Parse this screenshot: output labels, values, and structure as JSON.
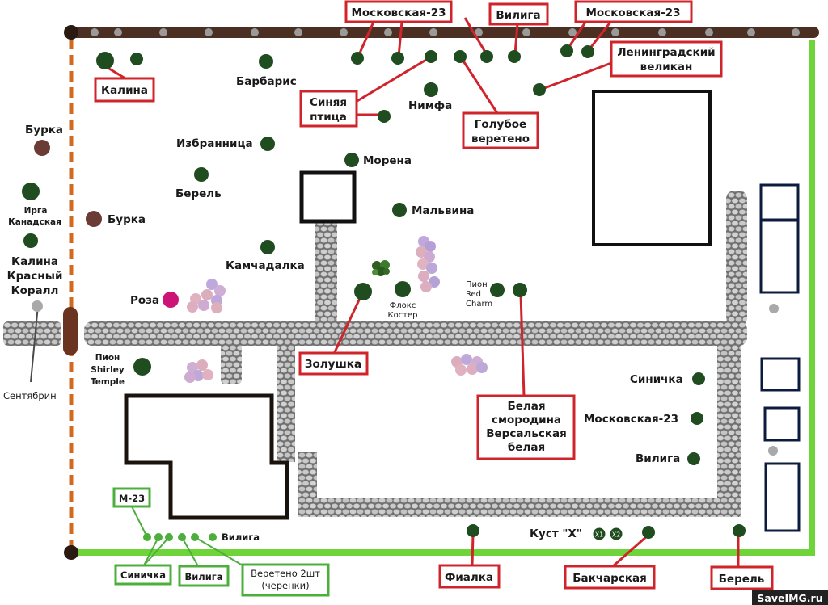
{
  "callouts_red": {
    "moskovskaya_top_left": "Московская-23",
    "viliga_top": "Вилига",
    "moskovskaya_top_right": "Московская-23",
    "leningradsky": [
      "Ленинградский",
      "великан"
    ],
    "kalina": "Калина",
    "sinyaya_ptitsa": [
      "Синяя",
      "птица"
    ],
    "goluboe_vereteno": [
      "Голубое",
      "веретено"
    ],
    "zolushka": "Золушка",
    "belaya_smorodina": [
      "Белая",
      "смородина",
      "Версальская",
      "белая"
    ],
    "fialka": "Фиалка",
    "bakcharskaya": "Бакчарская",
    "berel_bottom": "Берель"
  },
  "callouts_green": {
    "m23": "М-23",
    "sinichka": "Синичка",
    "viliga": "Вилига",
    "vereteno": [
      "Веретено 2шт",
      "(черенки)"
    ]
  },
  "labels": {
    "barbaris": "Барбарис",
    "nimfa": "Нимфа",
    "izbrannitsa": "Избранница",
    "berel": "Берель",
    "morena": "Морена",
    "malvina": "Мальвина",
    "kamchadalka": "Камчадалка",
    "roza": "Роза",
    "burka_top": "Бурка",
    "burka_mid": "Бурка",
    "irga": [
      "Ирга",
      "Канадская"
    ],
    "kalina_koral": [
      "Калина",
      "Красный",
      "Коралл"
    ],
    "sentyabrin": "Сентябрин",
    "pion_shirley": [
      "Пион",
      "Shirley",
      "Temple"
    ],
    "floks": [
      "Флокс",
      "Костер"
    ],
    "pion_red": [
      "Пион",
      "Red",
      "Charm"
    ],
    "sinichka_right": "Синичка",
    "moskovskaya_right": "Московская-23",
    "viliga_right": "Вилига",
    "viliga_bottom": "Вилига",
    "kust_x": "Куст \"Х\"",
    "x1": "X1",
    "x2": "X2"
  },
  "watermark": "SaveIMG.ru",
  "colors": {
    "plant": "#1f4d1f",
    "callout_red": "#d0242c",
    "callout_green": "#4caf3c",
    "fence_green": "#6fd33a",
    "fence_orange": "#d2691e",
    "fence_brown": "#4a2f22",
    "path_stone": "#c8c8c8",
    "building": "#111111",
    "bed_navy": "#0d1b3e",
    "burka": "#6b3b35",
    "rose": "#cc1477"
  }
}
